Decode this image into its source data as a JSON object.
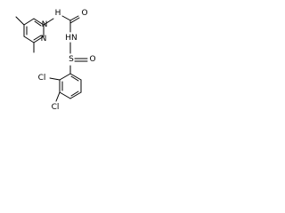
{
  "molecule": {
    "atoms": {
      "n_ring_1": "N",
      "n_ring_2": "N",
      "nh_1": "H",
      "nh_2": "HN",
      "carbonyl_o": "O",
      "sulfur": "S",
      "sulfonyl_o": "O",
      "cl_1": "Cl",
      "cl_2": "Cl"
    }
  }
}
